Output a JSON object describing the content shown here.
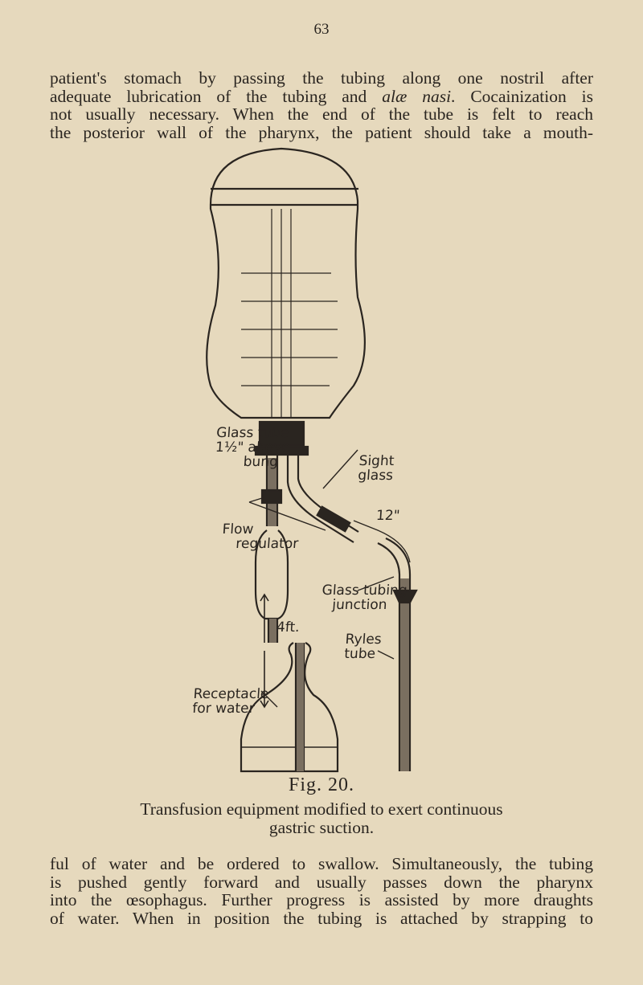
{
  "page_number": "63",
  "top_paragraph": {
    "line1": "patient's stomach by passing the tubing along one nostril after",
    "line2a": "adequate lubrication of the tubing and ",
    "line2_italic": "alæ nasi",
    "line2b": ".  Cocainization is",
    "line3": "not usually necessary.  When the end of the tube is felt to reach",
    "line4": "the posterior wall of the pharynx, the patient should take a mouth-"
  },
  "figure": {
    "labels": {
      "glass_tube": "Glass tube",
      "glass_tube_2": "1½\" above",
      "glass_tube_3": "bung",
      "sight_glass": "Sight",
      "sight_glass_2": "glass",
      "length_12": "12\"",
      "flow_regulator": "Flow",
      "flow_regulator_2": "regulator",
      "glass_tubing_junction": "Glass tubing",
      "glass_tubing_junction_2": "junction",
      "length_4ft": "4ft.",
      "ryles_tube": "Ryles",
      "ryles_tube_2": "tube",
      "receptacle": "Receptacle",
      "receptacle_2": "for water"
    },
    "number": "Fig. 20.",
    "caption_line1": "Transfusion equipment modified to exert continuous",
    "caption_line2": "gastric suction."
  },
  "bottom_paragraph": {
    "line1": "ful of water and be ordered to swallow.  Simultaneously, the tubing",
    "line2": "is pushed gently forward and usually passes down the pharynx",
    "line3": "into the œsophagus.  Further progress is assisted by more draughts",
    "line4": "of water.  When in position the tubing is attached by strapping to"
  }
}
